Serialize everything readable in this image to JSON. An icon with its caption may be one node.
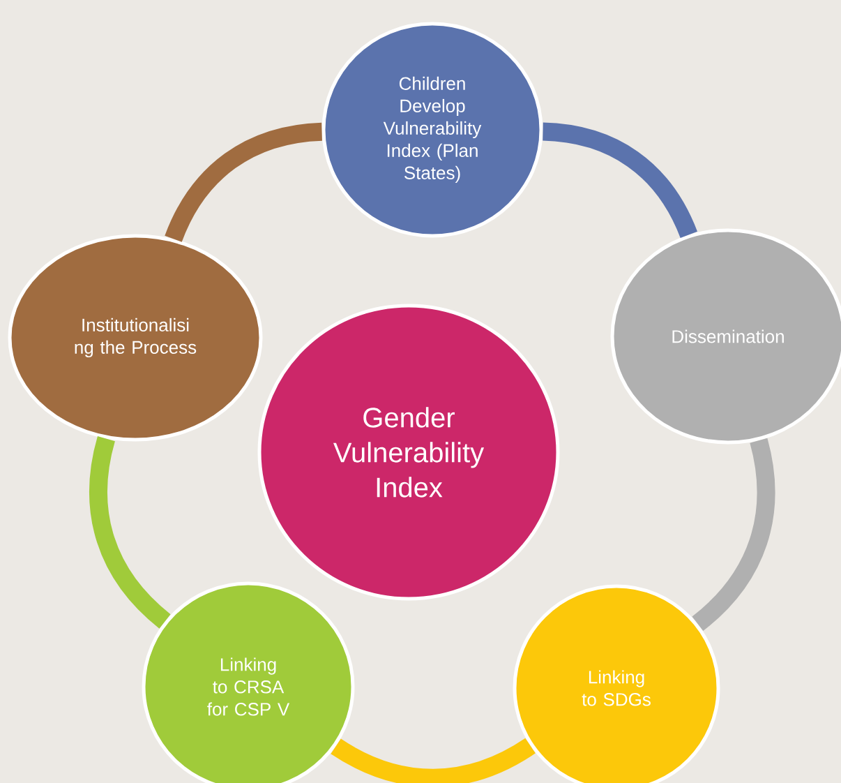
{
  "diagram": {
    "nodes": [
      {
        "text": [
          "Children Develop Vulnerability Index (Plan States)"
        ]
      },
      {
        "text": [
          "Dissemination"
        ]
      },
      {
        "text": [
          "Linking to SDGs"
        ]
      },
      {
        "text": [
          "Linking to CRSA for CSP V"
        ]
      },
      {
        "text": [
          "Institutionalisi ng the Process"
        ]
      },
      {
        "text": [
          "Gender Vulnerability Index"
        ]
      }
    ],
    "edges": [
      {
        "from": 0,
        "to": 1,
        "arrow": "none",
        "color": "#5b73ad"
      },
      {
        "from": 1,
        "to": 2,
        "arrow": "none",
        "color": "#b0b0b0"
      },
      {
        "from": 2,
        "to": 3,
        "arrow": "none",
        "color": "#fcc80a"
      },
      {
        "from": 3,
        "to": 4,
        "arrow": "none",
        "color": "#a0cb3a"
      },
      {
        "from": 4,
        "to": 0,
        "arrow": "none",
        "color": "#a06c40"
      }
    ]
  }
}
